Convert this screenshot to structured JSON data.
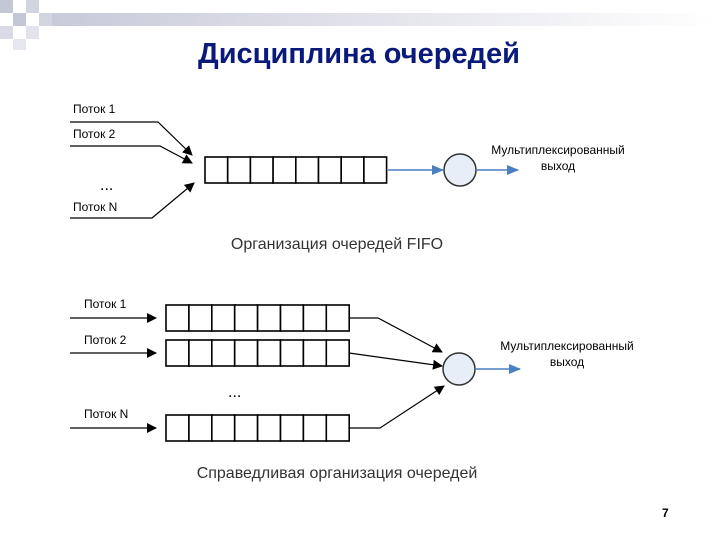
{
  "slide": {
    "title": "Дисциплина очередей",
    "page_number": "7",
    "accent_color": "#0a1a7a"
  },
  "fifo": {
    "caption": "Организация очередей FIFO",
    "flows": [
      "Поток 1",
      "Поток 2",
      "Поток N"
    ],
    "ellipsis": "...",
    "output_line1": "Мультиплексированный",
    "output_line2": "выход",
    "queue_slots": 8
  },
  "fair": {
    "caption": "Справедливая организация очередей",
    "flows": [
      "Поток 1",
      "Поток 2",
      "Поток N"
    ],
    "ellipsis": "...",
    "output_line1": "Мультиплексированный",
    "output_line2": "выход",
    "queue_slots": 8
  }
}
